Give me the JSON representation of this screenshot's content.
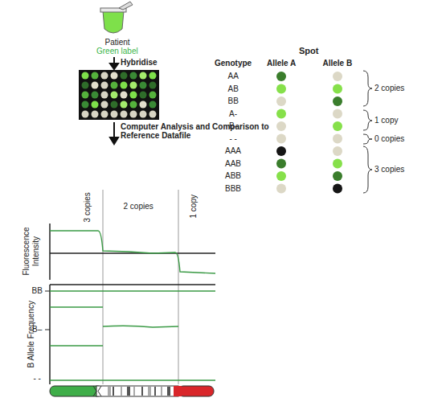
{
  "diagram": {
    "labels": [
      "Patient",
      "Green label",
      "Hybridise",
      "Computer Analysis and Comparison to Reference Datafile",
      "Spot",
      "Genotype",
      "Allele A",
      "Allele B",
      "AA",
      "AB",
      "BB",
      "A-",
      "B-",
      "- -",
      "AAA",
      "AAB",
      "ABB",
      "BBB",
      "2 copies",
      "1 copy",
      "0 copies",
      "3 copies",
      "3 copies",
      "2 copies",
      "1 copy",
      "Fluorescence Intensity",
      "BB",
      "B–",
      "- -",
      "B Allele Frequency"
    ]
  }
}
